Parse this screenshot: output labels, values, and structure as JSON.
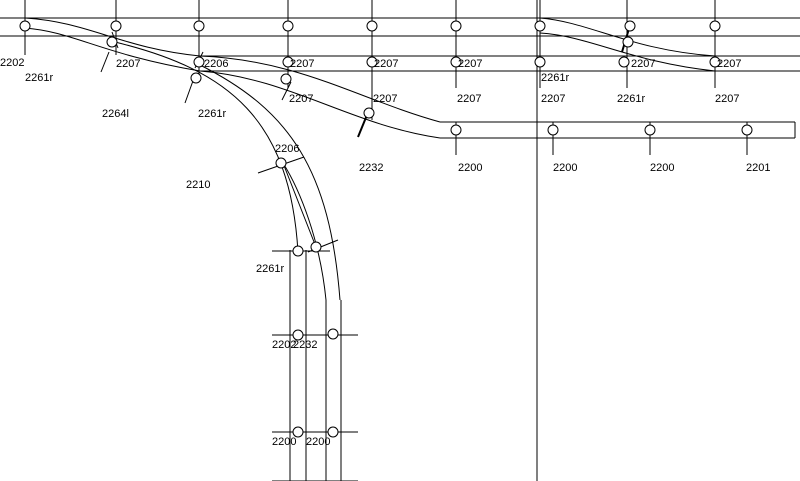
{
  "colors": {
    "background": "#ffffff",
    "line": "#000000"
  },
  "labels": [
    {
      "id": "l1",
      "text": "2202"
    },
    {
      "id": "l2",
      "text": "2261r"
    },
    {
      "id": "l3",
      "text": "2207"
    },
    {
      "id": "l4",
      "text": "2206"
    },
    {
      "id": "l5",
      "text": "2207"
    },
    {
      "id": "l6",
      "text": "2207"
    },
    {
      "id": "l7",
      "text": "2207"
    },
    {
      "id": "l8",
      "text": "2261r"
    },
    {
      "id": "l9",
      "text": "2207"
    },
    {
      "id": "l10",
      "text": "2207"
    },
    {
      "id": "l11",
      "text": "2264l"
    },
    {
      "id": "l12",
      "text": "2261r"
    },
    {
      "id": "l13",
      "text": "2207"
    },
    {
      "id": "l14",
      "text": "2207"
    },
    {
      "id": "l15",
      "text": "2207"
    },
    {
      "id": "l16",
      "text": "2207"
    },
    {
      "id": "l17",
      "text": "2261r"
    },
    {
      "id": "l18",
      "text": "2207"
    },
    {
      "id": "l19",
      "text": "2206"
    },
    {
      "id": "l20",
      "text": "2232"
    },
    {
      "id": "l21",
      "text": "2200"
    },
    {
      "id": "l22",
      "text": "2200"
    },
    {
      "id": "l23",
      "text": "2200"
    },
    {
      "id": "l24",
      "text": "2201"
    },
    {
      "id": "l25",
      "text": "2210"
    },
    {
      "id": "l26",
      "text": "2261r"
    },
    {
      "id": "l27",
      "text": "2202"
    },
    {
      "id": "l28",
      "text": "2232"
    },
    {
      "id": "l29",
      "text": "2200"
    },
    {
      "id": "l30",
      "text": "2200"
    }
  ]
}
